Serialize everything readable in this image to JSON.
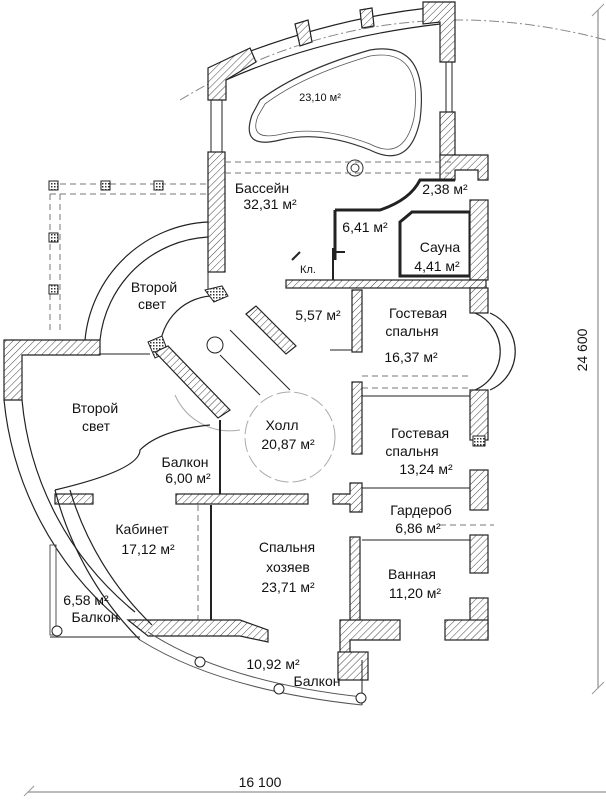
{
  "plan": {
    "rooms": {
      "pool_basin": {
        "area": "23,10 м²"
      },
      "pool": {
        "name": "Бассейн",
        "area": "32,31 м²"
      },
      "small_238": {
        "area": "2,38 м²"
      },
      "small_641": {
        "area": "6,41 м²"
      },
      "sauna": {
        "name": "Сауна",
        "area": "4,41 м²"
      },
      "closet_kl": {
        "name": "Кл."
      },
      "second_light_top": {
        "name_line1": "Второй",
        "name_line2": "свет"
      },
      "second_light_left": {
        "name_line1": "Второй",
        "name_line2": "свет"
      },
      "small_557": {
        "area": "5,57 м²"
      },
      "guest1": {
        "name_line1": "Гостевая",
        "name_line2": "спальня",
        "area": "16,37 м²"
      },
      "hall": {
        "name": "Холл",
        "area": "20,87 м²"
      },
      "guest2": {
        "name_line1": "Гостевая",
        "name_line2": "спальня",
        "area": "13,24 м²"
      },
      "balcony_inner": {
        "name": "Балкон",
        "area": "6,00 м²"
      },
      "wardrobe": {
        "name": "Гардероб",
        "area": "6,86 м²"
      },
      "study": {
        "name": "Кабинет",
        "area": "17,12 м²"
      },
      "master": {
        "name_line1": "Спальня",
        "name_line2": "хозяев",
        "area": "23,71 м²"
      },
      "bath": {
        "name": "Ванная",
        "area": "11,20 м²"
      },
      "balcony_left": {
        "name": "Балкон",
        "area": "6,58 м²"
      },
      "balcony_bottom": {
        "name": "Балкон",
        "area": "10,92 м²"
      }
    },
    "dimensions": {
      "width": "16 100",
      "height": "24 600"
    }
  }
}
